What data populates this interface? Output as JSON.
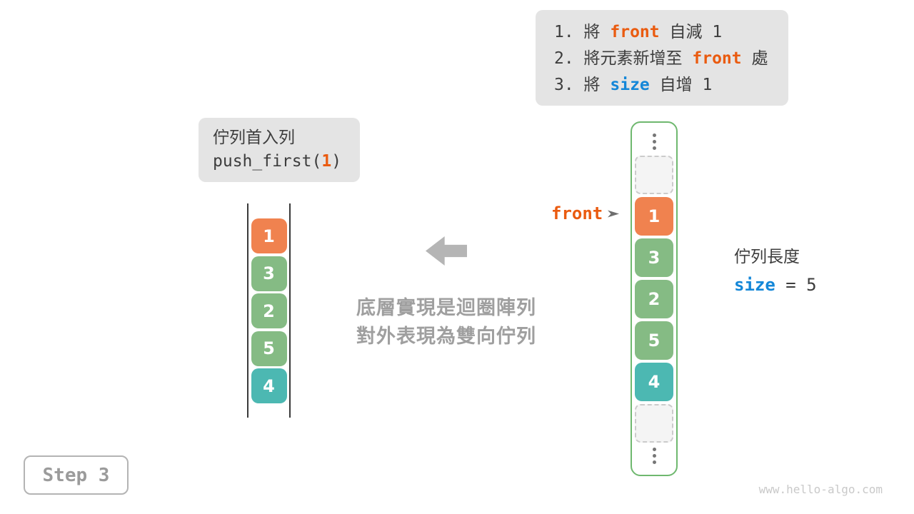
{
  "colors": {
    "box_bg": "#e4e4e4",
    "text_dark": "#3d3d3d",
    "code_orange": "#ea5b10",
    "code_blue": "#1487d8",
    "cell_orange": "#f0824f",
    "cell_green": "#85bb84",
    "cell_teal": "#4cb8b2",
    "container_green": "#6fb86f",
    "arrow_gray": "#b5b5b5",
    "caption_gray": "#9f9f9f",
    "watermark_gray": "#c9c9c9"
  },
  "steps_box": {
    "lines": [
      {
        "pre": "1. 將 ",
        "code": "front",
        "post": " 自減 1",
        "code_color": "#ea5b10"
      },
      {
        "pre": "2. 將元素新增至 ",
        "code": "front",
        "post": " 處",
        "code_color": "#ea5b10"
      },
      {
        "pre": "3. 將 ",
        "code": "size",
        "post": " 自增 1",
        "code_color": "#1487d8"
      }
    ]
  },
  "operation_box": {
    "title": "佇列首入列",
    "code_pre": "push_first(",
    "code_arg": "1",
    "code_post": ")"
  },
  "left_array": {
    "cells": [
      {
        "value": "1",
        "color": "#f0824f"
      },
      {
        "value": "3",
        "color": "#85bb84"
      },
      {
        "value": "2",
        "color": "#85bb84"
      },
      {
        "value": "5",
        "color": "#85bb84"
      },
      {
        "value": "4",
        "color": "#4cb8b2"
      }
    ]
  },
  "caption": {
    "line1": "底層實現是迴圈陣列",
    "line2": "對外表現為雙向佇列"
  },
  "front_pointer": {
    "label": "front"
  },
  "right_column": {
    "cells": [
      {
        "value": "1",
        "color": "#f0824f"
      },
      {
        "value": "3",
        "color": "#85bb84"
      },
      {
        "value": "2",
        "color": "#85bb84"
      },
      {
        "value": "5",
        "color": "#85bb84"
      },
      {
        "value": "4",
        "color": "#4cb8b2"
      }
    ]
  },
  "size_label": {
    "title": "佇列長度",
    "code": "size",
    "rest": " = 5"
  },
  "step_badge": {
    "label": "Step 3"
  },
  "watermark": "www.hello-algo.com"
}
